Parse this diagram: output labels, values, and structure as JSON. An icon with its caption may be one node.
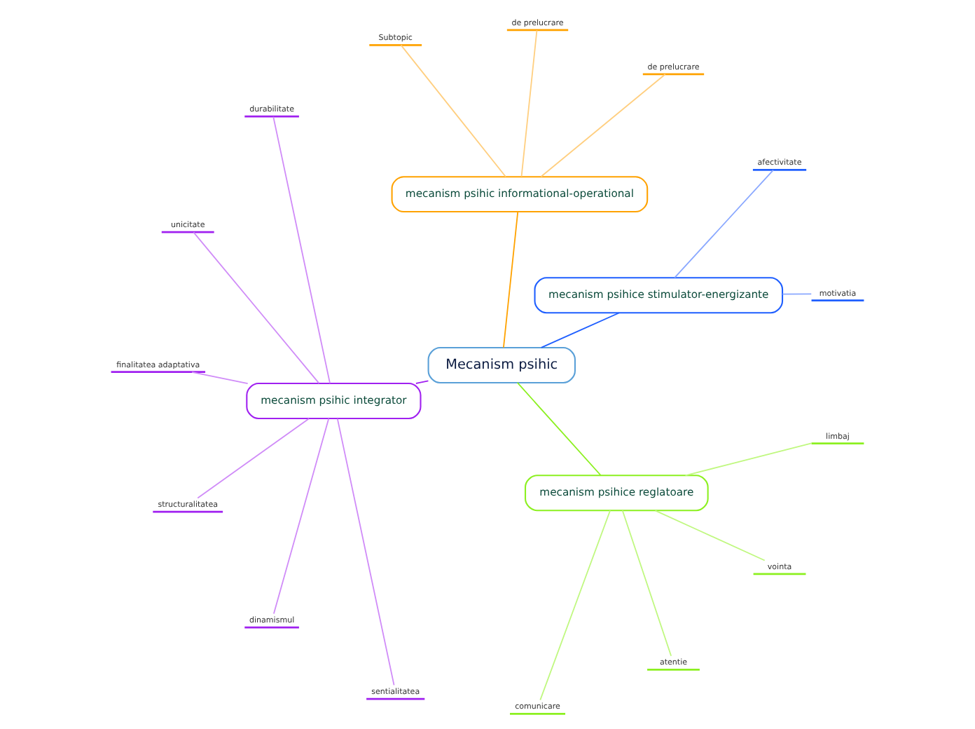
{
  "diagram": {
    "nodes": [
      {
        "text": [
          "Mecanism psihic"
        ]
      },
      {
        "text": [
          "mecanism psihice stimulator-energizante"
        ]
      },
      {
        "text": [
          "motivatia"
        ]
      },
      {
        "text": [
          "afectivitate"
        ]
      },
      {
        "text": [
          "mecanism psihic informational-operational"
        ]
      },
      {
        "text": [
          "de prelucrare"
        ]
      },
      {
        "text": [
          "de prelucrare"
        ]
      },
      {
        "text": [
          "Subtopic"
        ]
      },
      {
        "text": [
          "mecanism psihic integrator"
        ]
      },
      {
        "text": [
          "durabilitate"
        ]
      },
      {
        "text": [
          "unicitate"
        ]
      },
      {
        "text": [
          "finalitatea adaptativa"
        ]
      },
      {
        "text": [
          "structuralitatea"
        ]
      },
      {
        "text": [
          "dinamismul"
        ]
      },
      {
        "text": [
          "sentialitatea"
        ]
      },
      {
        "text": [
          "mecanism psihice reglatoare"
        ]
      },
      {
        "text": [
          "comunicare"
        ]
      },
      {
        "text": [
          "atentie"
        ]
      },
      {
        "text": [
          "vointa"
        ]
      },
      {
        "text": [
          "limbaj"
        ]
      }
    ],
    "edges": [
      {
        "from": 0,
        "to": 1,
        "arrow": "none",
        "color": "#1f5fff"
      },
      {
        "from": 1,
        "to": 2,
        "arrow": "none",
        "color": "#8aa8ff"
      },
      {
        "from": 1,
        "to": 3,
        "arrow": "none",
        "color": "#8aa8ff"
      },
      {
        "from": 0,
        "to": 4,
        "arrow": "none",
        "color": "#ffa200"
      },
      {
        "from": 4,
        "to": 5,
        "arrow": "none",
        "color": "#ffcf80"
      },
      {
        "from": 4,
        "to": 6,
        "arrow": "none",
        "color": "#ffcf80"
      },
      {
        "from": 4,
        "to": 7,
        "arrow": "none",
        "color": "#ffcf80"
      },
      {
        "from": 0,
        "to": 8,
        "arrow": "none",
        "color": "#a020f0"
      },
      {
        "from": 8,
        "to": 9,
        "arrow": "none",
        "color": "#d08cf8"
      },
      {
        "from": 8,
        "to": 10,
        "arrow": "none",
        "color": "#d08cf8"
      },
      {
        "from": 8,
        "to": 11,
        "arrow": "none",
        "color": "#d08cf8"
      },
      {
        "from": 8,
        "to": 12,
        "arrow": "none",
        "color": "#d08cf8"
      },
      {
        "from": 8,
        "to": 13,
        "arrow": "none",
        "color": "#d08cf8"
      },
      {
        "from": 8,
        "to": 14,
        "arrow": "none",
        "color": "#d08cf8"
      },
      {
        "from": 0,
        "to": 15,
        "arrow": "none",
        "color": "#8cf020"
      },
      {
        "from": 15,
        "to": 16,
        "arrow": "none",
        "color": "#c0f880"
      },
      {
        "from": 15,
        "to": 17,
        "arrow": "none",
        "color": "#c0f880"
      },
      {
        "from": 15,
        "to": 18,
        "arrow": "none",
        "color": "#c0f880"
      },
      {
        "from": 15,
        "to": 19,
        "arrow": "none",
        "color": "#c0f880"
      }
    ]
  }
}
